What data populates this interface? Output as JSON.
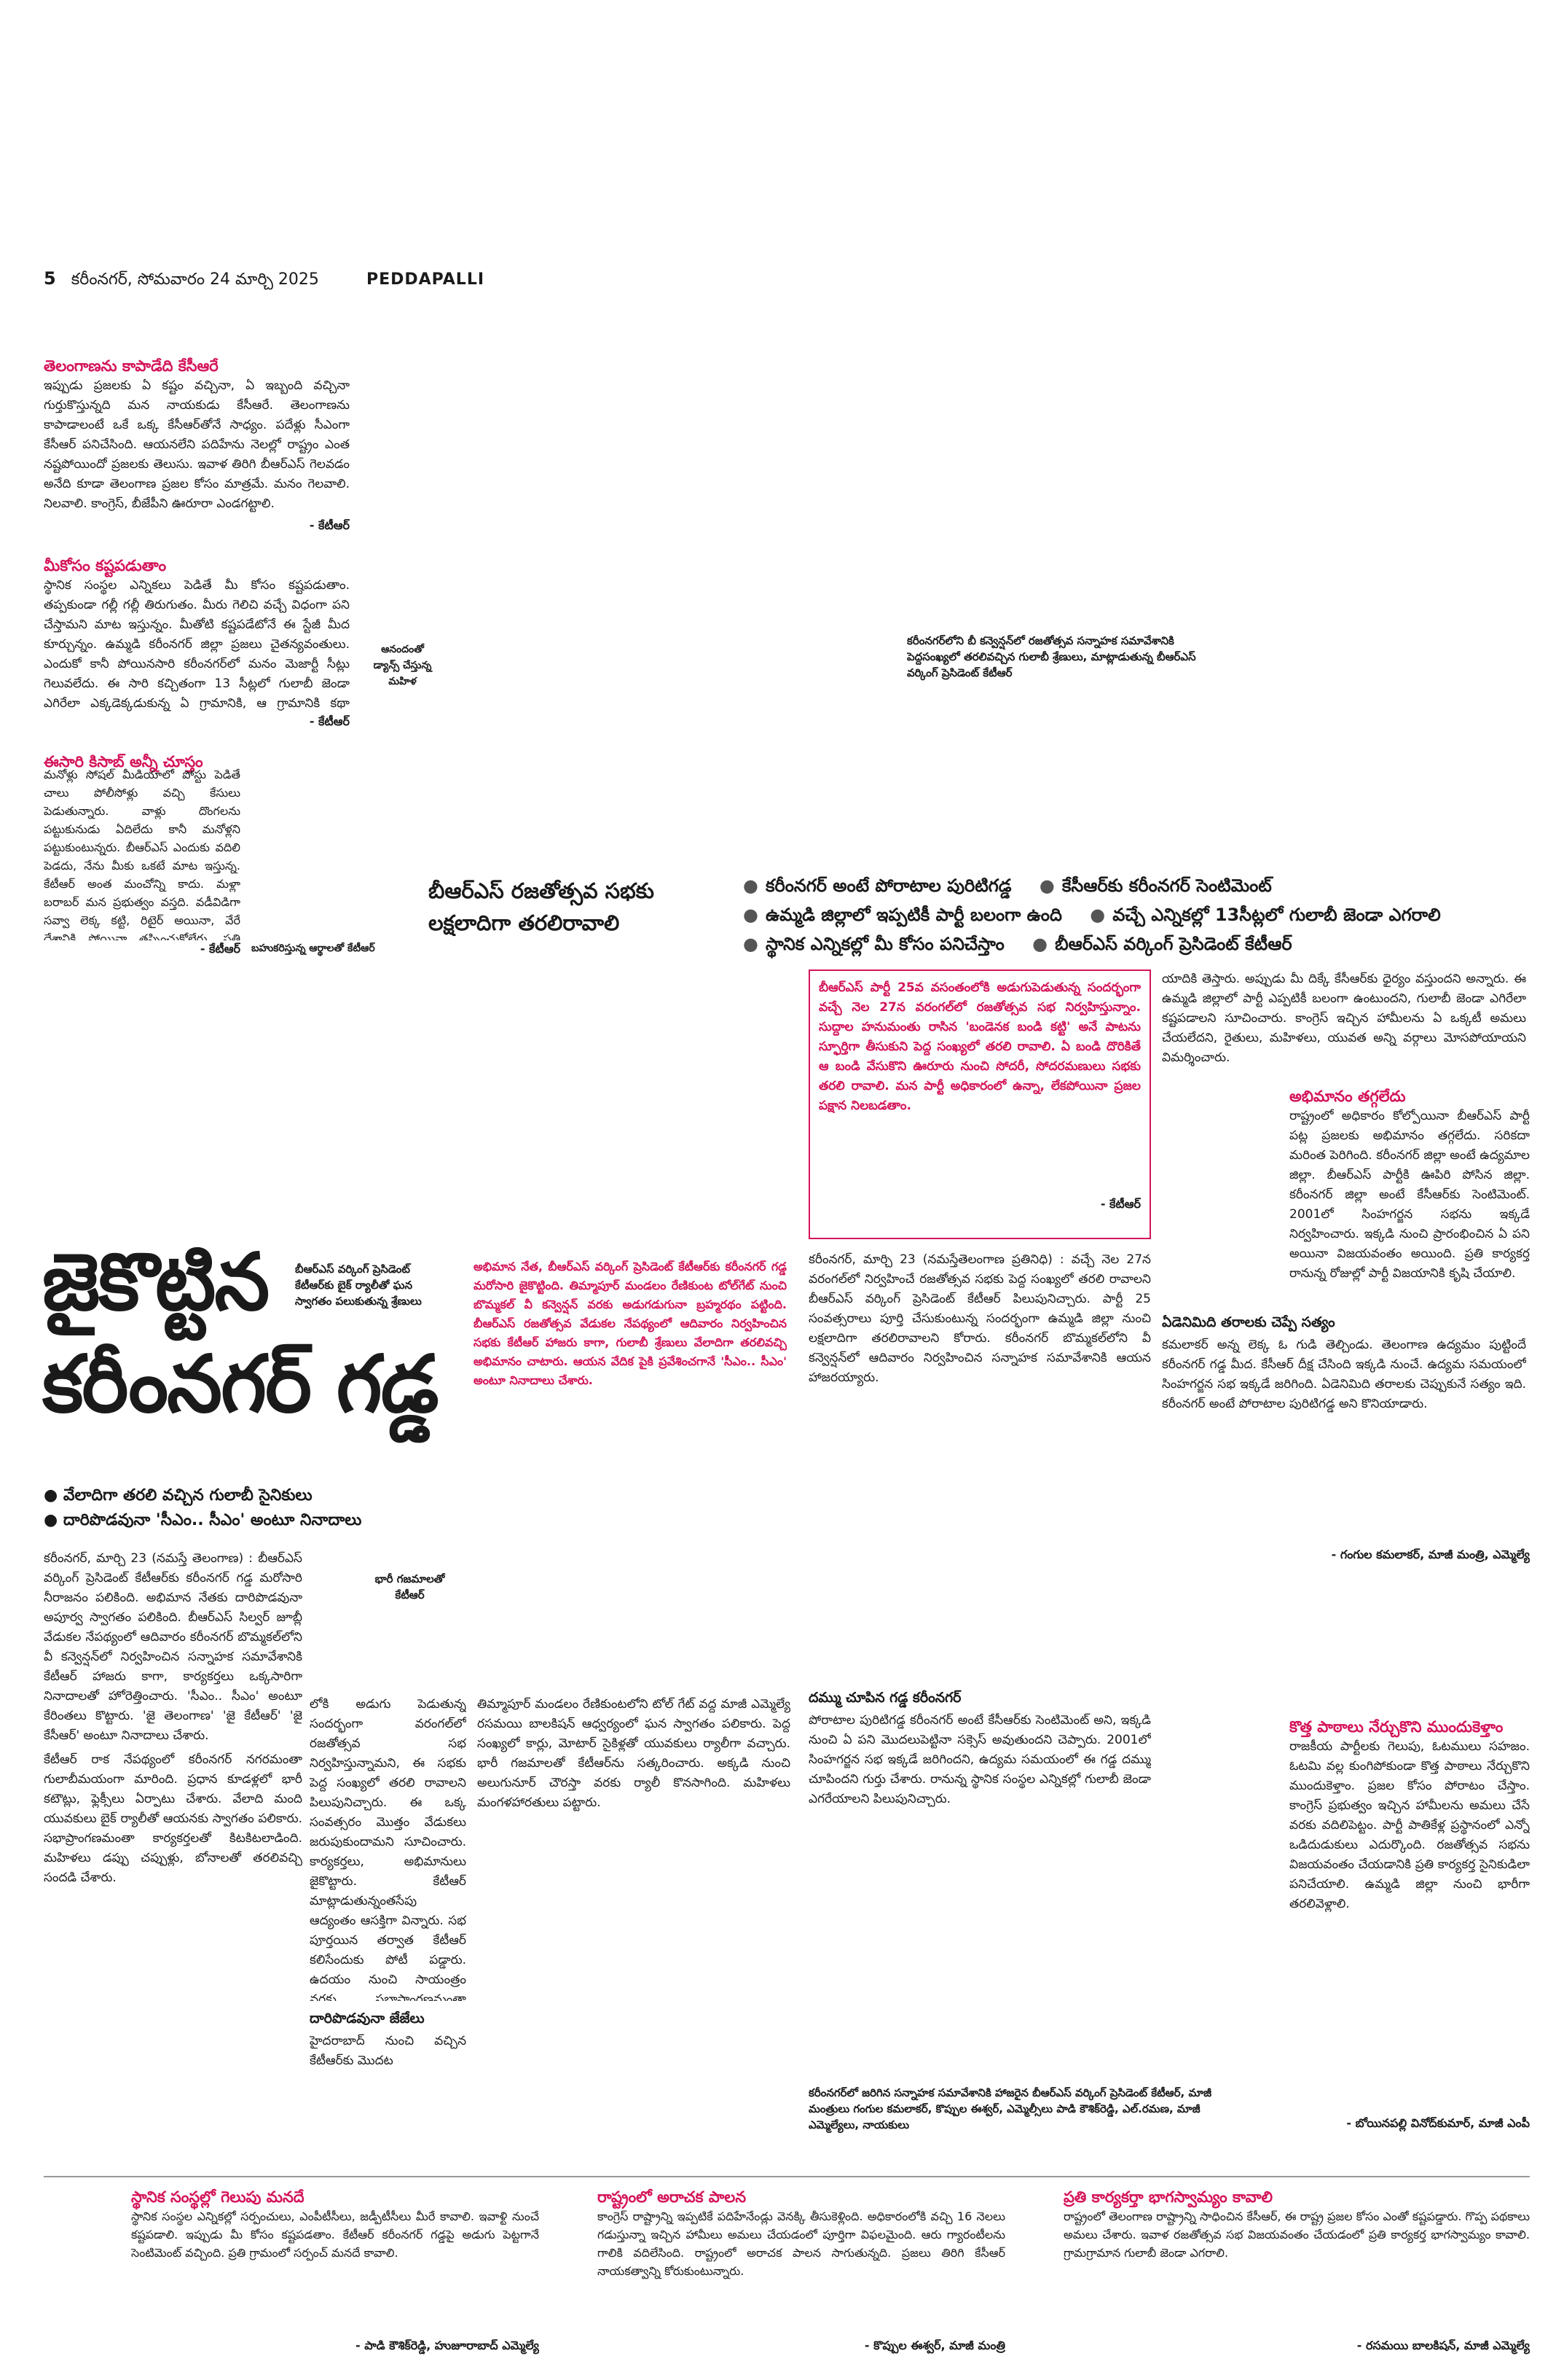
{
  "masthead": {
    "page_no": "5",
    "dateline": "కరీంనగర్, సోమవారం 24 మార్చి 2025",
    "edition": "PEDDAPALLI"
  },
  "left_column": [
    {
      "heading": "తెలంగాణను కాపాడేది కేసీఆరే",
      "body": "ఇప్పుడు ప్రజలకు ఏ కష్టం వచ్చినా, ఏ ఇబ్బంది వచ్చినా గుర్తుకొస్తున్నది మన నాయకుడు కేసీఆరే. తెలంగాణను కాపాడాలంటే ఒకే ఒక్క కేసీఆర్‌తోనే సాధ్యం. పదేళ్లు సీఎంగా కేసీఆర్ పనిచేసింది. ఆయనలేని పదిహేను నెలల్లో రాష్ట్రం ఎంత నష్టపోయిందో ప్రజలకు తెలుసు. ఇవాళ తిరిగి బీఆర్ఎస్ గెలవడం అనేది కూడా తెలంగాణ ప్రజల కోసం మాత్రమే. మనం గెలవాలి. నిలవాలి. కాంగ్రెస్, బీజేపీని ఊరూరా ఎండగట్టాలి.",
      "signature": "- కేటీఆర్"
    },
    {
      "heading": "మీకోసం కష్టపడుతాం",
      "body": "స్థానిక సంస్థల ఎన్నికలు పెడితే మీ కోసం కష్టపడుతాం. తప్పకుండా గల్లీ గల్లీ తిరుగుతం. మీరు గెలిచి వచ్చే విధంగా పని చేస్తామని మాట ఇస్తున్నం. మీతోటి కష్టపడేటోనే ఈ స్టేజీ మీద కూర్చున్నం. ఉమ్మడి కరీంనగర్ జిల్లా ప్రజలు చైతన్యవంతులు. ఎందుకో కానీ పోయినసారి కరీంనగర్‌లో మనం మెజార్టీ సీట్లు గెలువలేదు. ఈ సారి కచ్చితంగా 13 సీట్లలో గులాబీ జెండా ఎగిరేలా ఎక్కడెక్కడుకున్న ఏ గ్రామానికి, ఆ గ్రామానికి కథా నాయకులమై గెలిపించుకోవాలి.",
      "signature": "- కేటీఆర్"
    },
    {
      "heading": "ఈసారి కిసాబ్ అన్నీ చూస్తం",
      "body": "మనోళ్లు సోషల్ మీడియాలో పోస్టు పెడితే చాలు పోలీసోళ్లు వచ్చి కేసులు పెడుతున్నారు. వాళ్లు దొంగలను పట్టుకునుడు ఏదిలేదు కానీ మనోళ్లని పట్టుకుంటున్నరు. బీఆర్ఎస్ ఎందుకు వదిలి పెడదు, నేను మీకు ఒకటే మాట ఇస్తున్న. కేటీఆర్ అంత మంచోన్ని కాదు. మళ్లా బరాబర్ మన ప్రభుత్వం వస్తది. వడీవిడిగా సవ్వా లెక్క కట్టి, రిటైర్ అయినా, వేరే దేశానికి పోయినా తప్పించుకోలేరు. ప్రతి ఒక్కరి కిసాబ్ అన్నీ చూస్తం.",
      "signature": "- కేటీఆర్"
    }
  ],
  "photo_captions": {
    "dancers": "ఆనందంతో డ్యాన్స్ చేస్తున్న మహిళ",
    "honour": "బహుకరిస్తున్న ఆర్థాలతో కేటీఆర్",
    "crowd": "కరీంనగర్‌లోని బీ కన్వెన్షన్‌లో రజతోత్సవ సన్నాహక సమావేశానికి పెద్దసంఖ్యలో తరలివచ్చిన గులాబీ శ్రేణులు, మాట్లాడుతున్న బీఆర్ఎస్ వర్కింగ్ ప్రెసిడెంట్ కేటీఆర్",
    "rally": "బీఆర్ఎస్ వర్కింగ్ ప్రెసిడెంట్ కేటీఆర్‌కు బైక్ ర్యాలీతో ఘన స్వాగతం పలుకుతున్న శ్రేణులు",
    "garland": "భారీ గజమాలతో కేటీఆర్",
    "stage": "కరీంనగర్‌లో జరిగిన సన్నాహక సమావేశానికి హాజరైన బీఆర్ఎస్ వర్కింగ్ ప్రెసిడెంట్ కేటీఆర్, మాజీ మంత్రులు గంగుల కమలాకర్, కొప్పుల ఈశ్వర్, ఎమ్మెల్సీలు పాడి కౌశిక్‌రెడ్డి, ఎల్.రమణ, మాజీ ఎమ్మెల్యేలు, నాయకులు"
  },
  "main_story": {
    "kicker": "బీఆర్ఎస్ రజతోత్సవ సభకు లక్షలాదిగా తరలిరావాలి",
    "highlights": [
      "కరీంనగర్ అంటే పోరాటాల పురిటిగడ్డ",
      "కేసీఆర్‌కు కరీంనగర్ సెంటిమెంట్",
      "ఉమ్మడి జిల్లాలో ఇప్పటికీ పార్టీ బలంగా ఉంది",
      "వచ్చే ఎన్నికల్లో 13సీట్లలో గులాబీ జెండా ఎగరాలి",
      "స్థానిక ఎన్నికల్లో మీ కోసం పనిచేస్తాం",
      "బీఆర్ఎస్ వర్కింగ్ ప్రెసిడెంట్ కేటీఆర్"
    ],
    "headline": "జైకొట్టిన కరీంనగర్ గడ్డ",
    "sub_bullets": [
      "వేలాదిగా తరలి వచ్చిన గులాబీ సైనికులు",
      "దారిపొడవునా 'సీఎం.. సీఎం' అంటూ నినాదాలు"
    ],
    "lead": "కరీంనగర్, మార్చి 23 (నమస్తే తెలంగాణ) : బీఆర్ఎస్ వర్కింగ్ ప్రెసిడెంట్ కేటీఆర్‌కు కరీంనగర్ గడ్డ మరోసారి నీరాజనం పలికింది. అభిమాన నేతకు దారిపొడవునా అపూర్వ స్వాగతం పలికింది. బీఆర్ఎస్ సిల్వర్ జూబ్లీ వేడుకల నేపథ్యంలో ఆదివారం కరీంనగర్ బొమ్మకల్‌లోని వీ కన్వెన్షన్‌లో నిర్వహించిన సన్నాహక సమావేశానికి కేటీఆర్ హాజరు కాగా, కార్యకర్తలు ఒక్కసారిగా నినాదాలతో హోరెత్తించారు. 'సీఎం.. సీఎం' అంటూ కేరింతలు కొట్టారు. 'జై తెలంగాణ' 'జై కేటీఆర్' 'జై కేసీఆర్' అంటూ నినాదాలు చేశారు.",
    "lead_2": "కేటీఆర్ రాక నేపథ్యంలో కరీంనగర్ నగరమంతా గులాబీమయంగా మారింది. ప్రధాన కూడళ్లలో భారీ కటౌట్లు, ఫ్లెక్సీలు ఏర్పాటు చేశారు. వేలాది మంది యువకులు బైక్ ర్యాలీతో ఆయనకు స్వాగతం పలికారు. సభాప్రాంగణమంతా కార్యకర్తలతో కిటకిటలాడింది. మహిళలు డప్పు చప్పుళ్లు, బోనాలతో తరలివచ్చి సందడి చేశారు.",
    "col2": "లోకి అడుగు పెడుతున్న సందర్భంగా వరంగల్‌లో రజతోత్సవ సభ నిర్వహిస్తున్నామని, ఈ సభకు పెద్ద సంఖ్యలో తరలి రావాలని పిలుపునిచ్చారు. ఈ ఒక్క సంవత్సరం మొత్తం వేడుకలు జరుపుకుందామని సూచించారు. కార్యకర్తలు, అభిమానులు జైకొట్టారు. కేటీఆర్ మాట్లాడుతున్నంతసేపు ఆద్యంతం ఆసక్తిగా విన్నారు. సభ పూర్తయిన తర్వాత కేటీఆర్ కలిసేందుకు పోటీ పడ్డారు. ఉదయం నుంచి సాయంత్రం వరకు సభాప్రాంగణమంతా కిటకిటలాడింది. కేటీఆర్‌తో సెల్ఫీలు దిగేందుకు యువకులు పోటీపడ్డారు.",
    "col3": "తిమ్మాపూర్ మండలం రేణికుంటలోని టోల్ గేట్ వద్ద మాజీ ఎమ్మెల్యే రసమయి బాలకిషన్ ఆధ్వర్యంలో ఘన స్వాగతం పలికారు. పెద్ద సంఖ్యలో కార్లు, మోటార్ సైకిళ్లతో యువకులు ర్యాలీగా వచ్చారు. భారీ గజమాలతో కేటీఆర్‌ను సత్కరించారు. అక్కడి నుంచి అలుగునూర్ చౌరస్తా వరకు ర్యాలీ కొనసాగింది. మహిళలు మంగళహారతులు పట్టారు.",
    "pink_box": "అభిమాన నేత, బీఆర్ఎస్ వర్కింగ్ ప్రెసిడెంట్ కేటీఆర్‌కు కరీంనగర్ గడ్డ మరోసారి జైకొట్టింది. తిమ్మాపూర్ మండలం రేణికుంట టోల్‌గేట్ నుంచి బొమ్మకల్ వీ కన్వెన్షన్ వరకు అడుగడుగునా బ్రహ్మరథం పట్టింది. బీఆర్ఎస్ రజతోత్సవ వేడుకల నేపథ్యంలో ఆదివారం నిర్వహించిన సభకు కేటీఆర్ హాజరు కాగా, గులాబీ శ్రేణులు వేలాదిగా తరలివచ్చి అభిమానం చాటారు. ఆయన వేదిక పైకి ప్రవేశించగానే 'సీఎం.. సీఎం' అంటూ నినాదాలు చేశారు.",
    "top_right_box": "బీఆర్ఎస్ పార్టీ 25వ వసంతంలోకి అడుగుపెడుతున్న సందర్భంగా వచ్చే నెల 27న వరంగల్‌లో రజతోత్సవ సభ నిర్వహిస్తున్నాం. సుద్దాల హనుమంతు రాసిన 'బండెనక బండి కట్టి' అనే పాటను స్ఫూర్తిగా తీసుకుని పెద్ద సంఖ్యలో తరలి రావాలి. ఏ బండి దొరికితే ఆ బండి వేసుకొని ఊరూరు నుంచి సోదరీ, సోదరమణులు సభకు తరలి రావాలి. మన పార్టీ అధికారంలో ఉన్నా, లేకపోయినా ప్రజల పక్షాన నిలబడతాం.",
    "top_right_sig": "- కేటీఆర్",
    "body_a": "కరీంనగర్, మార్చి 23 (నమస్తేతెలంగాణ ప్రతినిధి) : వచ్చే నెల 27న వరంగల్‌లో నిర్వహించే రజతోత్సవ సభకు పెద్ద సంఖ్యలో తరలి రావాలని బీఆర్ఎస్ వర్కింగ్ ప్రెసిడెంట్ కేటీఆర్ పిలుపునిచ్చారు. పార్టీ 25 సంవత్సరాలు పూర్తి చేసుకుంటున్న సందర్భంగా ఉమ్మడి జిల్లా నుంచి లక్షలాదిగా తరలిరావాలని కోరారు. కరీంనగర్ బొమ్మకల్‌లోని వీ కన్వెన్షన్‌లో ఆదివారం నిర్వహించిన సన్నాహక సమావేశానికి ఆయన హాజరయ్యారు.",
    "body_b": "యాదికి తెస్తారు. అప్పుడు మీ దిక్కే కేసీఆర్‌కు ధైర్యం వస్తుందని అన్నారు. ఈ ఉమ్మడి జిల్లాలో పార్టీ ఎప్పటికీ బలంగా ఉంటుందని, గులాబీ జెండా ఎగిరేలా కష్టపడాలని సూచించారు. కాంగ్రెస్ ఇచ్చిన హామీలను ఏ ఒక్కటీ అమలు చేయలేదని, రైతులు, మహిళలు, యువత అన్ని వర్గాలు మోసపోయాయని విమర్శించారు.",
    "section_1": "ఏడెనిమిది తరాలకు చెప్పే సత్యం",
    "body_c": "కమలాకర్ అన్న లెక్క ఓ గుడి తెల్చిండు. తెలంగాణ ఉద్యమం పుట్టిందే కరీంనగర్ గడ్డ మీద. కేసీఆర్ దీక్ష చేసింది ఇక్కడి నుంచే. ఉద్యమ సమయంలో సింహగర్జన సభ ఇక్కడే జరిగింది. ఏడెనిమిది తరాలకు చెప్పుకునే సత్యం ఇది. కరీంనగర్ అంటే పోరాటాల పురిటిగడ్డ అని కొనియాడారు.",
    "section_2": "దమ్ము చూపిన గడ్డ కరీంనగర్",
    "body_d": "పోరాటాల పురిటిగడ్డ కరీంనగర్ అంటే కేసీఆర్‌కు సెంటిమెంట్ అని, ఇక్కడి నుంచి ఏ పని మొదలుపెట్టినా సక్సెస్ అవుతుందని చెప్పారు. 2001లో సింహగర్జన సభ ఇక్కడే జరిగిందని, ఉద్యమ సమయంలో ఈ గడ్డ దమ్ము చూపిందని గుర్తు చేశారు. రానున్న స్థానిక సంస్థల ఎన్నికల్లో గులాబీ జెండా ఎగరేయాలని పిలుపునిచ్చారు.",
    "col_tail": "హైదరాబాద్ నుంచి వచ్చిన కేటీఆర్‌కు మొదట",
    "tail_section": "దారిపొడవునా జేజేలు"
  },
  "right_column": [
    {
      "heading": "అభిమానం తగ్గలేదు",
      "body": "రాష్ట్రంలో అధికారం కోల్పోయినా బీఆర్ఎస్ పార్టీ పట్ల ప్రజలకు అభిమానం తగ్గలేదు. సరికదా మరింత పెరిగింది. కరీంనగర్ జిల్లా అంటే ఉద్యమాల జిల్లా. బీఆర్ఎస్ పార్టీకి ఊపిరి పోసిన జిల్లా. కరీంనగర్ జిల్లా అంటే కేసీఆర్‌కు సెంటిమెంట్. 2001లో సింహగర్జన సభను ఇక్కడే నిర్వహించారు. ఇక్కడి నుంచి ప్రారంభించిన ఏ పని అయినా విజయవంతం అయింది. ప్రతి కార్యకర్త రానున్న రోజుల్లో పార్టీ విజయానికి కృషి చేయాలి.",
      "signature": "- గంగుల కమలాకర్, మాజీ మంత్రి, ఎమ్మెల్యే"
    },
    {
      "heading": "కొత్త పాఠాలు నేర్చుకొని ముందుకెళ్తాం",
      "body": "రాజకీయ పార్టీలకు గెలుపు, ఓటములు సహజం. ఓటమి వల్ల కుంగిపోకుండా కొత్త పాఠాలు నేర్చుకొని ముందుకెళ్తాం. ప్రజల కోసం పోరాటం చేస్తాం. కాంగ్రెస్ ప్రభుత్వం ఇచ్చిన హామీలను అమలు చేసే వరకు వదిలిపెట్టం. పార్టీ పాతికేళ్ల ప్రస్థానంలో ఎన్నో ఒడిదుడుకులు ఎదుర్కొంది. రజతోత్సవ సభను విజయవంతం చేయడానికి ప్రతి కార్యకర్త సైనికుడిలా పనిచేయాలి. ఉమ్మడి జిల్లా నుంచి భారీగా తరలివెళ్లాలి.",
      "signature": "- బోయినపల్లి వినోద్‌కుమార్, మాజీ ఎంపీ"
    }
  ],
  "bottom_strip": [
    {
      "heading": "స్థానిక సంస్థల్లో గెలుపు మనదే",
      "body": "స్థానిక సంస్థల ఎన్నికల్లో సర్పంచులు, ఎంపీటీసీలు, జడ్పీటీసీలు మీరే కావాలి. ఇవాళ్టి నుంచే కష్టపడాలి. ఇప్పుడు మీ కోసం కష్టపడతాం. కేటీఆర్ కరీంనగర్ గడ్డపై అడుగు పెట్టగానే సెంటిమెంట్ వచ్చింది. ప్రతి గ్రామంలో సర్పంచ్ మనదే కావాలి.",
      "signature": "- పాడి కౌశిక్‌రెడ్డి, హుజూరాబాద్ ఎమ్మెల్యే"
    },
    {
      "heading": "రాష్ట్రంలో అరాచక పాలన",
      "body": "కాంగ్రెస్ రాష్ట్రాన్ని ఇప్పటికే పదిహేనేండ్లు వెనక్కి తీసుకెళ్లింది. అధికారంలోకి వచ్చి 16 నెలలు గడుస్తున్నా ఇచ్చిన హామీలు అమలు చేయడంలో పూర్తిగా విఫలమైంది. ఆరు గ్యారంటీలను గాలికి వదిలేసింది. రాష్ట్రంలో అరాచక పాలన సాగుతున్నది. ప్రజలు తిరిగి కేసీఆర్ నాయకత్వాన్ని కోరుకుంటున్నారు.",
      "signature": "- కొప్పుల ఈశ్వర్, మాజీ మంత్రి"
    },
    {
      "heading": "ప్రతి కార్యకర్తా భాగస్వామ్యం కావాలి",
      "body": "రాష్ట్రంలో తెలంగాణ రాష్ట్రాన్ని సాధించిన కేసీఆర్, ఈ రాష్ట్ర ప్రజల కోసం ఎంతో కష్టపడ్డారు. గొప్ప పథకాలు అమలు చేశారు. ఇవాళ రజతోత్సవ సభ విజయవంతం చేయడంలో ప్రతి కార్యకర్త భాగస్వామ్యం కావాలి. గ్రామగ్రామాన గులాబీ జెండా ఎగరాలి.",
      "signature": "- రసమయి బాలకిషన్, మాజీ ఎమ్మెల్యే"
    }
  ]
}
